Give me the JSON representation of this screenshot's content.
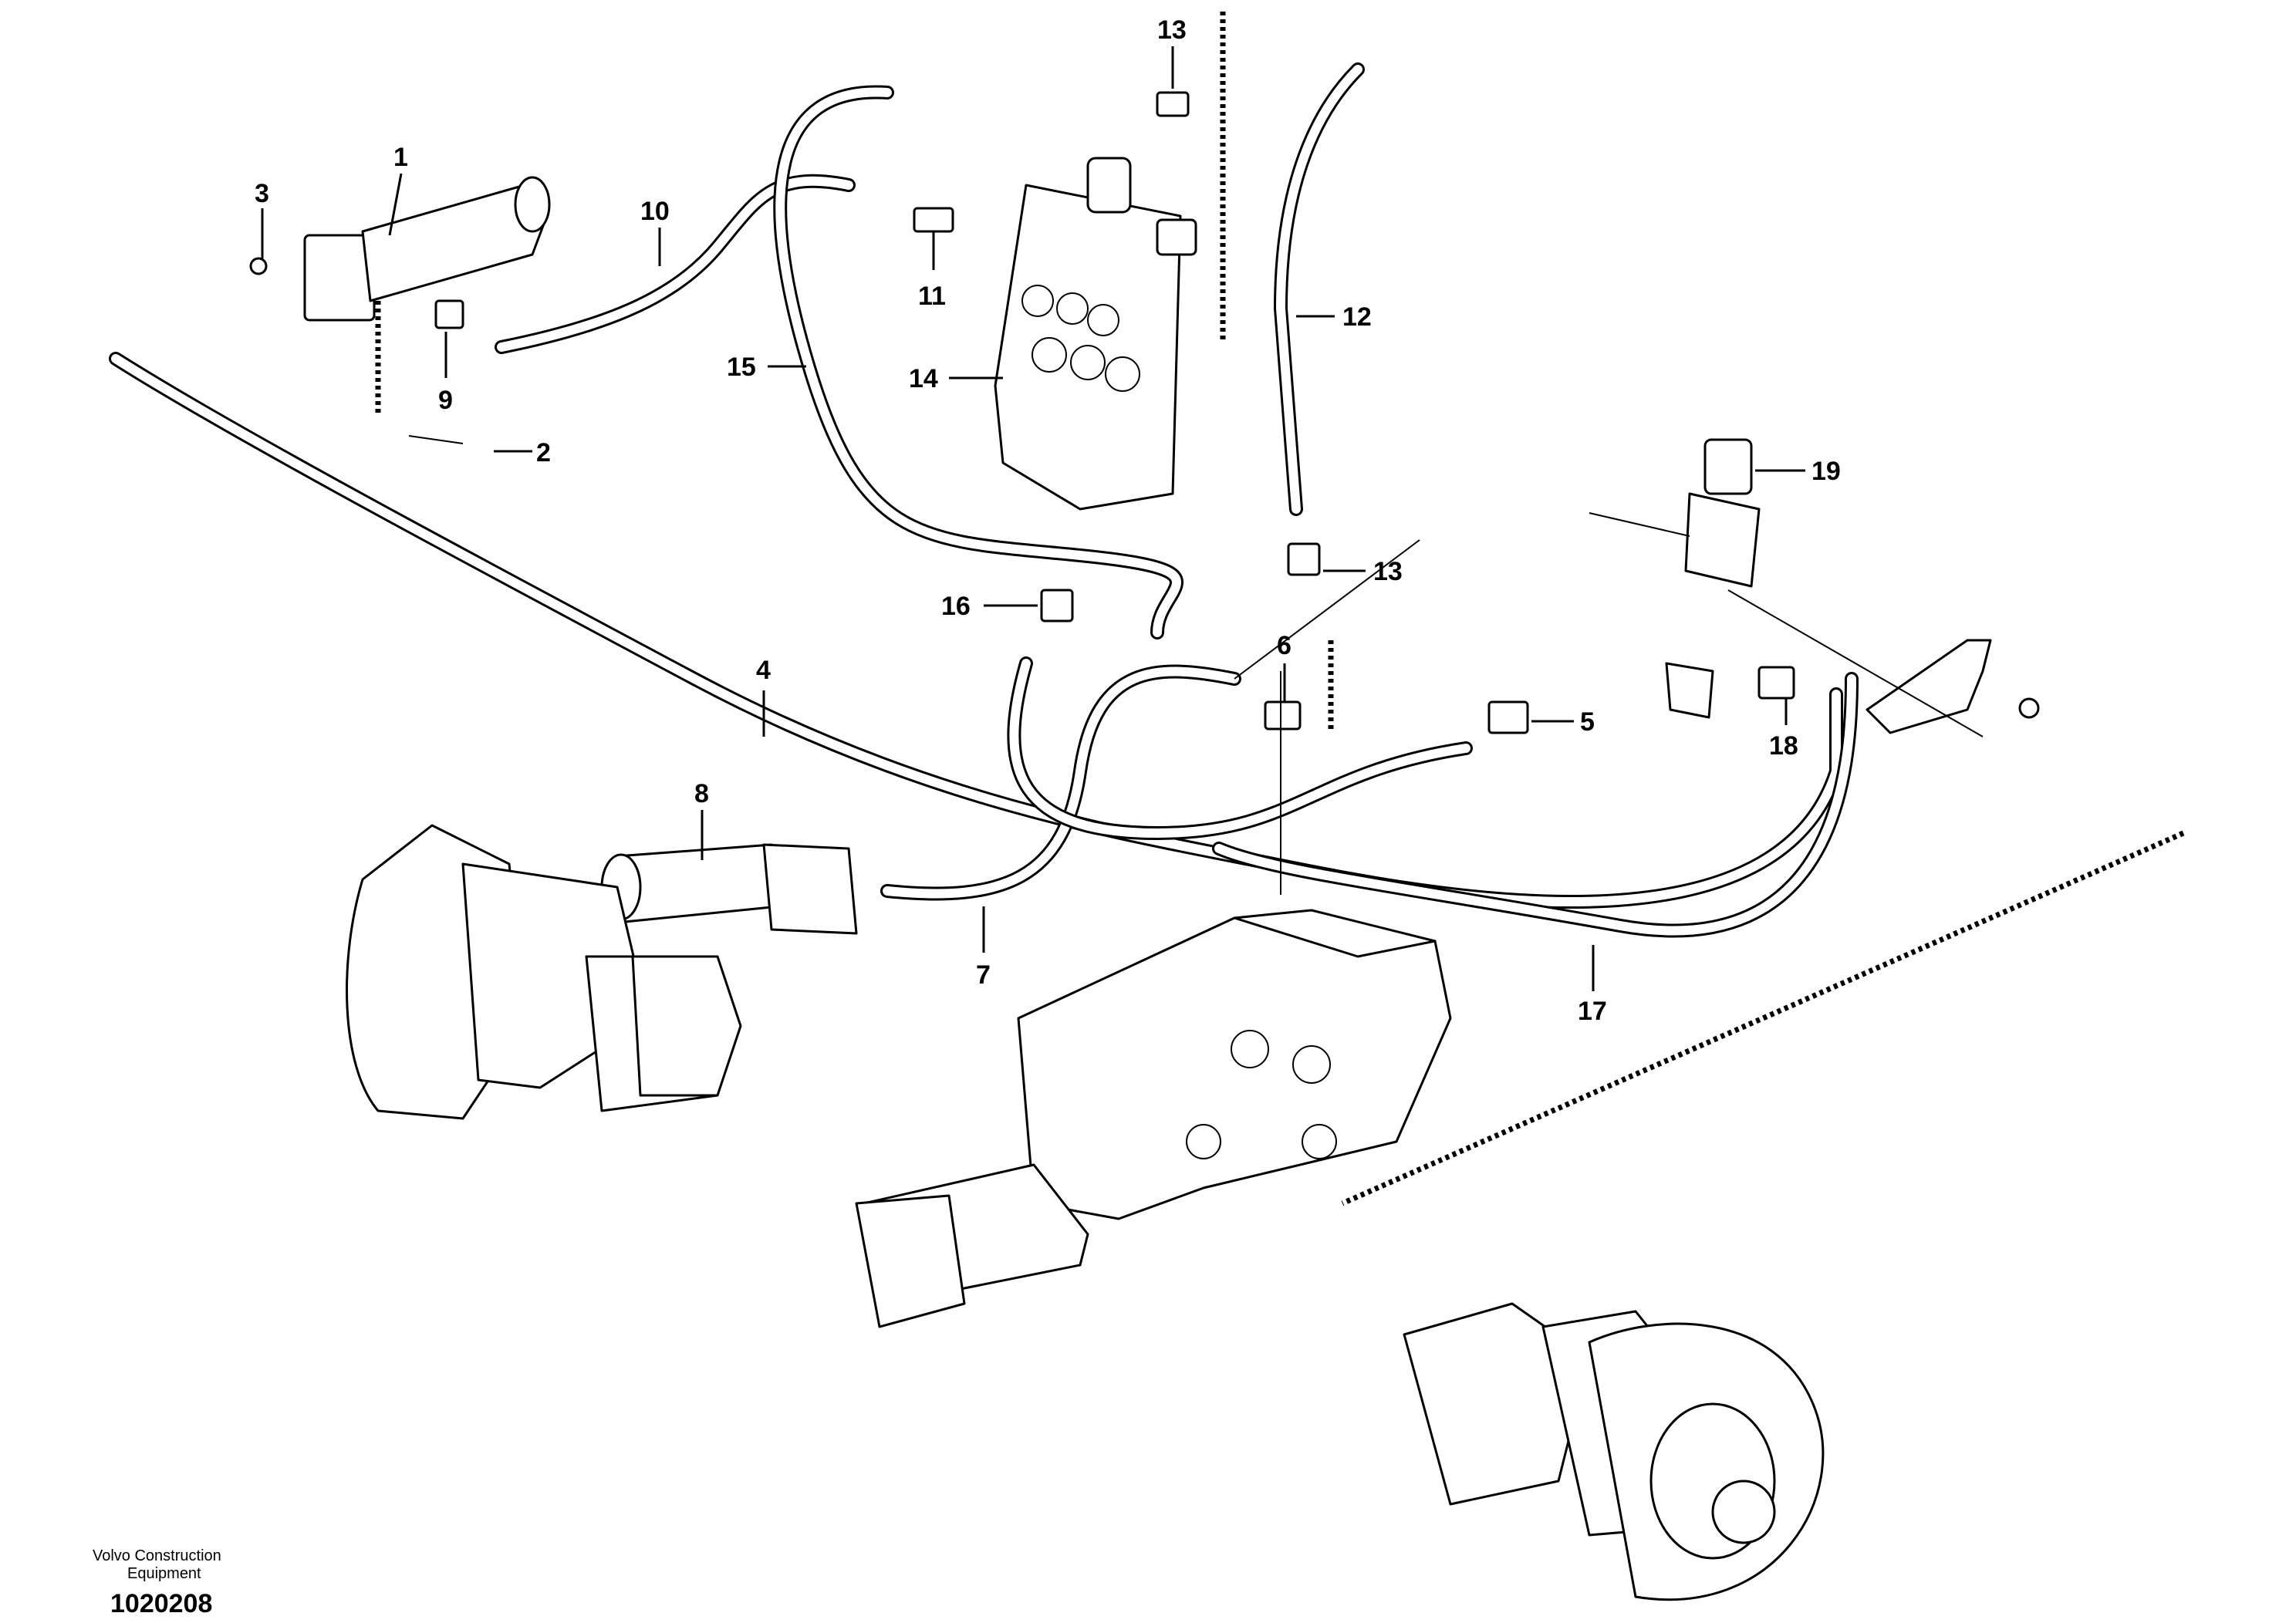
{
  "drawing": {
    "callouts": [
      {
        "id": "c1",
        "label": "1"
      },
      {
        "id": "c2",
        "label": "2"
      },
      {
        "id": "c3",
        "label": "3"
      },
      {
        "id": "c4",
        "label": "4"
      },
      {
        "id": "c5",
        "label": "5"
      },
      {
        "id": "c6",
        "label": "6"
      },
      {
        "id": "c7",
        "label": "7"
      },
      {
        "id": "c8",
        "label": "8"
      },
      {
        "id": "c9",
        "label": "9"
      },
      {
        "id": "c10",
        "label": "10"
      },
      {
        "id": "c11",
        "label": "11"
      },
      {
        "id": "c12",
        "label": "12"
      },
      {
        "id": "c13a",
        "label": "13"
      },
      {
        "id": "c13b",
        "label": "13"
      },
      {
        "id": "c14",
        "label": "14"
      },
      {
        "id": "c15",
        "label": "15"
      },
      {
        "id": "c16",
        "label": "16"
      },
      {
        "id": "c17",
        "label": "17"
      },
      {
        "id": "c18",
        "label": "18"
      },
      {
        "id": "c19",
        "label": "19"
      }
    ]
  },
  "footer": {
    "brand_line1": "Volvo Construction",
    "brand_line2": "Equipment",
    "figure_number": "1020208"
  }
}
